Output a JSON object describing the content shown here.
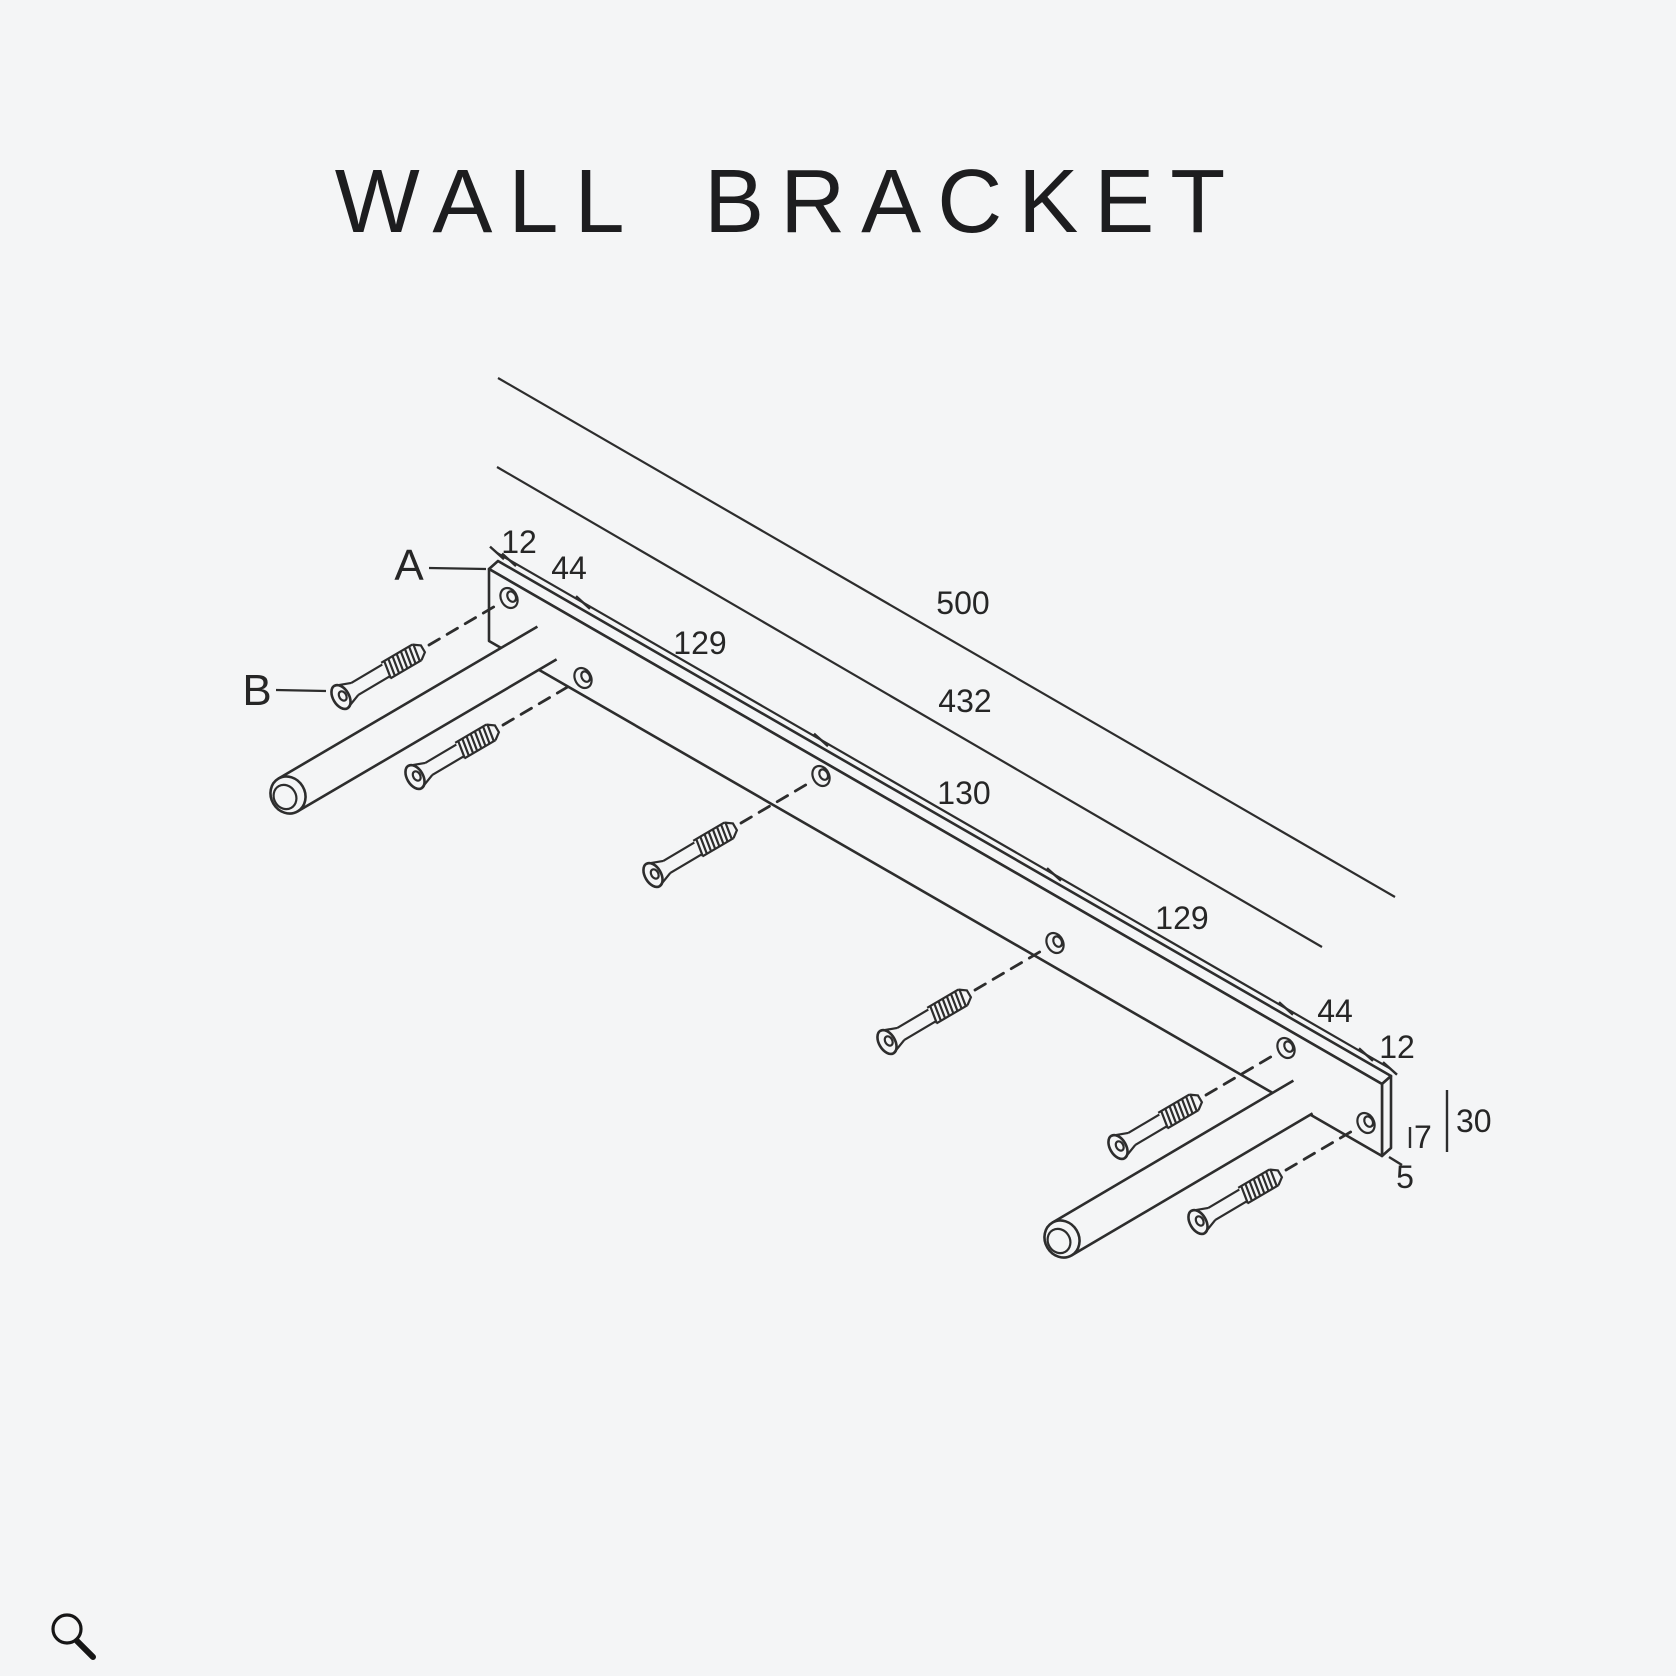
{
  "page": {
    "background": "#f4f5f6",
    "line_color": "#2d2d2d",
    "text_color": "#262626"
  },
  "title": "WALL BRACKET",
  "part_labels": {
    "a": "A",
    "b": "B"
  },
  "dims": {
    "overall": "500",
    "hole_span": "432",
    "mid_gap": "130",
    "left_gap": "129",
    "right_gap": "129",
    "left_end_offset": "12",
    "left_hole_offset": "44",
    "right_hole_offset": "44",
    "right_end_offset": "12",
    "bar_height": "30",
    "hole_edge": "7",
    "bottom_edge": "5"
  },
  "icons": {
    "zoom": "magnifier"
  }
}
